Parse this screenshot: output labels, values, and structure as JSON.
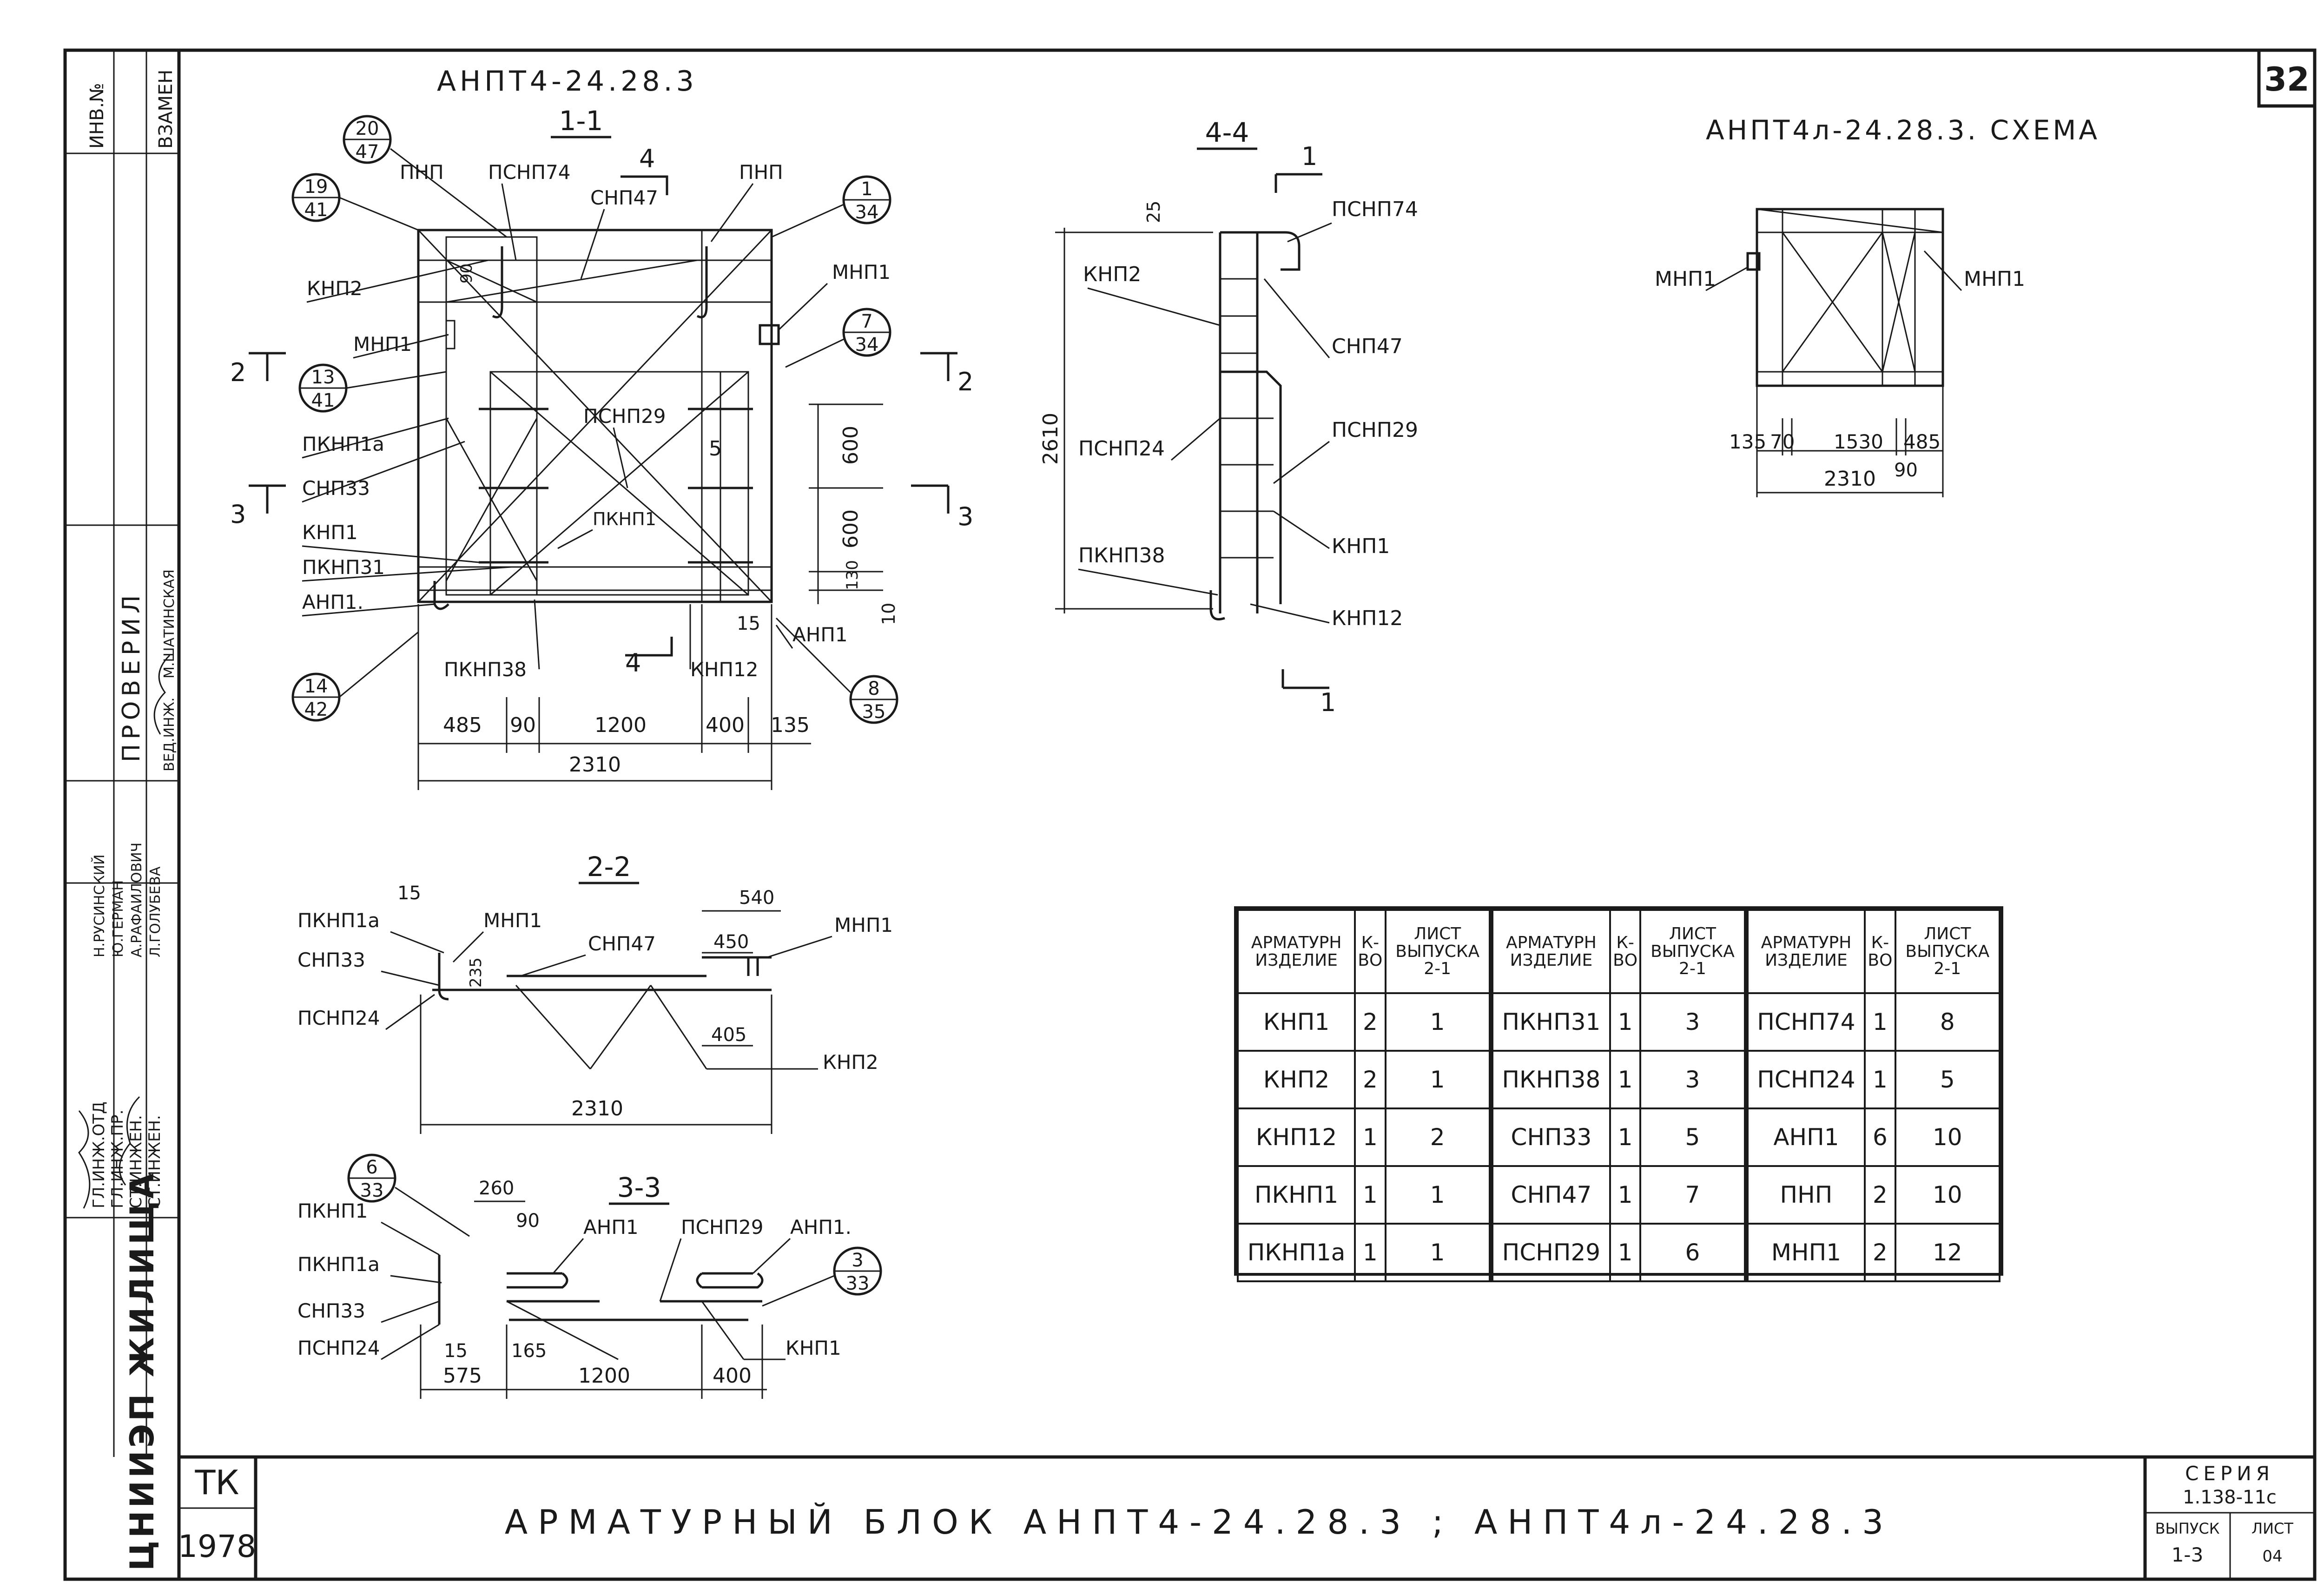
{
  "sheet": {
    "number": "32",
    "institution": "ЦНИИЭП ЖИЛИЩА",
    "subtitle_main": "АНПТ4-24.28.3",
    "subtitle_scheme": "АНПТ4л-24.28.3. СХЕМА",
    "main_title": "АРМАТУРНЫЙ БЛОК АНПТ4-24.28.3 ; АНПТ4л-24.28.3"
  },
  "stamp": {
    "tk": "ТК",
    "year": "1978",
    "series_label": "СЕРИЯ",
    "series_value": "1.138-11с",
    "issue_label": "ВЫПУСК",
    "issue_value": "1-3",
    "sheet_label": "ЛИСТ",
    "sheet_value": "04"
  },
  "side_stamp": {
    "inv_label": "ИНВ.№",
    "replace_label": "ВЗАМЕН",
    "checked_label": "ПРОВЕРИЛ",
    "roles": [
      "ГЛ.ИНЖ.ОТД",
      "ГЛ.ИНЖ.ПР.",
      "СТ.ИНЖЕН.",
      "СТ.ИНЖЕН.",
      "ВЕД.ИНЖ."
    ],
    "names": [
      "Н.РУСИНСКИЙ",
      "Ю.ГЕРМАН",
      "А.РАФАИЛОВИЧ",
      "Л.ГОЛУБЕВА",
      "М.ШАТИНСКАЯ"
    ]
  },
  "section_1_1": {
    "title": "1-1",
    "labels": [
      "ПНП",
      "ПСНП74",
      "СНП47",
      "ПНП",
      "КНП2",
      "МНП1",
      "МНП1",
      "ПКНП1а",
      "СНП33",
      "КНП1",
      "ПКНП31",
      "АНП1.",
      "ПСНП29",
      "ПКНП1",
      "ПКНП38",
      "КНП12",
      "АНП1"
    ],
    "callouts": [
      {
        "top": "20",
        "bottom": "47"
      },
      {
        "top": "19",
        "bottom": "41"
      },
      {
        "top": "1",
        "bottom": "34"
      },
      {
        "top": "7",
        "bottom": "34"
      },
      {
        "top": "13",
        "bottom": "41"
      },
      {
        "top": "14",
        "bottom": "42"
      },
      {
        "top": "8",
        "bottom": "35"
      }
    ],
    "section_marks": [
      "4",
      "4",
      "2",
      "2",
      "3",
      "3"
    ],
    "dims_bottom": [
      "485",
      "90",
      "1200",
      "400",
      "135"
    ],
    "dim_total": "2310",
    "dims_right": [
      "600",
      "600",
      "130",
      "10"
    ],
    "dims_misc": [
      "90",
      "5",
      "15"
    ]
  },
  "section_4_4": {
    "title": "4-4",
    "labels": [
      "ПСНП74",
      "КНП2",
      "СНП47",
      "ПСНП24",
      "ПСНП29",
      "ПКНП38",
      "КНП1",
      "КНП12"
    ],
    "dims": [
      "25",
      "2610"
    ],
    "marks": [
      "1",
      "1"
    ]
  },
  "scheme": {
    "labels": [
      "МНП1",
      "МНП1"
    ],
    "dims": [
      "135",
      "70",
      "1530",
      "485",
      "90"
    ],
    "dim_total": "2310"
  },
  "section_2_2": {
    "title": "2-2",
    "labels": [
      "ПКНП1а",
      "МНП1",
      "СНП33",
      "СНП47",
      "МНП1",
      "ПСНП24",
      "КНП2"
    ],
    "dims": [
      "15",
      "540",
      "450",
      "235",
      "405"
    ],
    "dim_total": "2310"
  },
  "section_3_3": {
    "title": "3-3",
    "labels": [
      "ПКНП1",
      "ПКНП1а",
      "СНП33",
      "ПСНП24",
      "АНП1",
      "ПСНП29",
      "АНП1.",
      "КНП1"
    ],
    "callouts": [
      {
        "top": "6",
        "bottom": "33"
      },
      {
        "top": "3",
        "bottom": "33"
      }
    ],
    "dims": [
      "260",
      "90",
      "15",
      "165",
      "575",
      "1200",
      "400"
    ]
  },
  "spec_table": {
    "headers": [
      "АРМАТУРН ИЗДЕЛИЕ",
      "К-ВО",
      "ЛИСТ ВЫПУСКА 2-1"
    ],
    "rows": [
      [
        "КНП1",
        "2",
        "1",
        "ПКНП31",
        "1",
        "3",
        "ПСНП74",
        "1",
        "8"
      ],
      [
        "КНП2",
        "2",
        "1",
        "ПКНП38",
        "1",
        "3",
        "ПСНП24",
        "1",
        "5"
      ],
      [
        "КНП12",
        "1",
        "2",
        "СНП33",
        "1",
        "5",
        "АНП1",
        "6",
        "10"
      ],
      [
        "ПКНП1",
        "1",
        "1",
        "СНП47",
        "1",
        "7",
        "ПНП",
        "2",
        "10"
      ],
      [
        "ПКНП1а",
        "1",
        "1",
        "ПСНП29",
        "1",
        "6",
        "МНП1",
        "2",
        "12"
      ]
    ]
  }
}
